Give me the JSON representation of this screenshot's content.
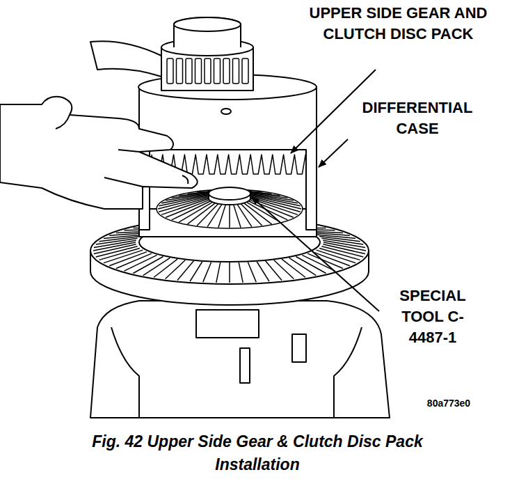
{
  "diagram": {
    "caption": "Fig. 42 Upper Side Gear & Clutch Disc Pack Installation",
    "labels": [
      "UPPER SIDE GEAR AND CLUTCH DISC PACK",
      "DIFFERENTIAL CASE",
      "SPECIAL TOOL C-4487-1",
      "80a773e0"
    ]
  }
}
